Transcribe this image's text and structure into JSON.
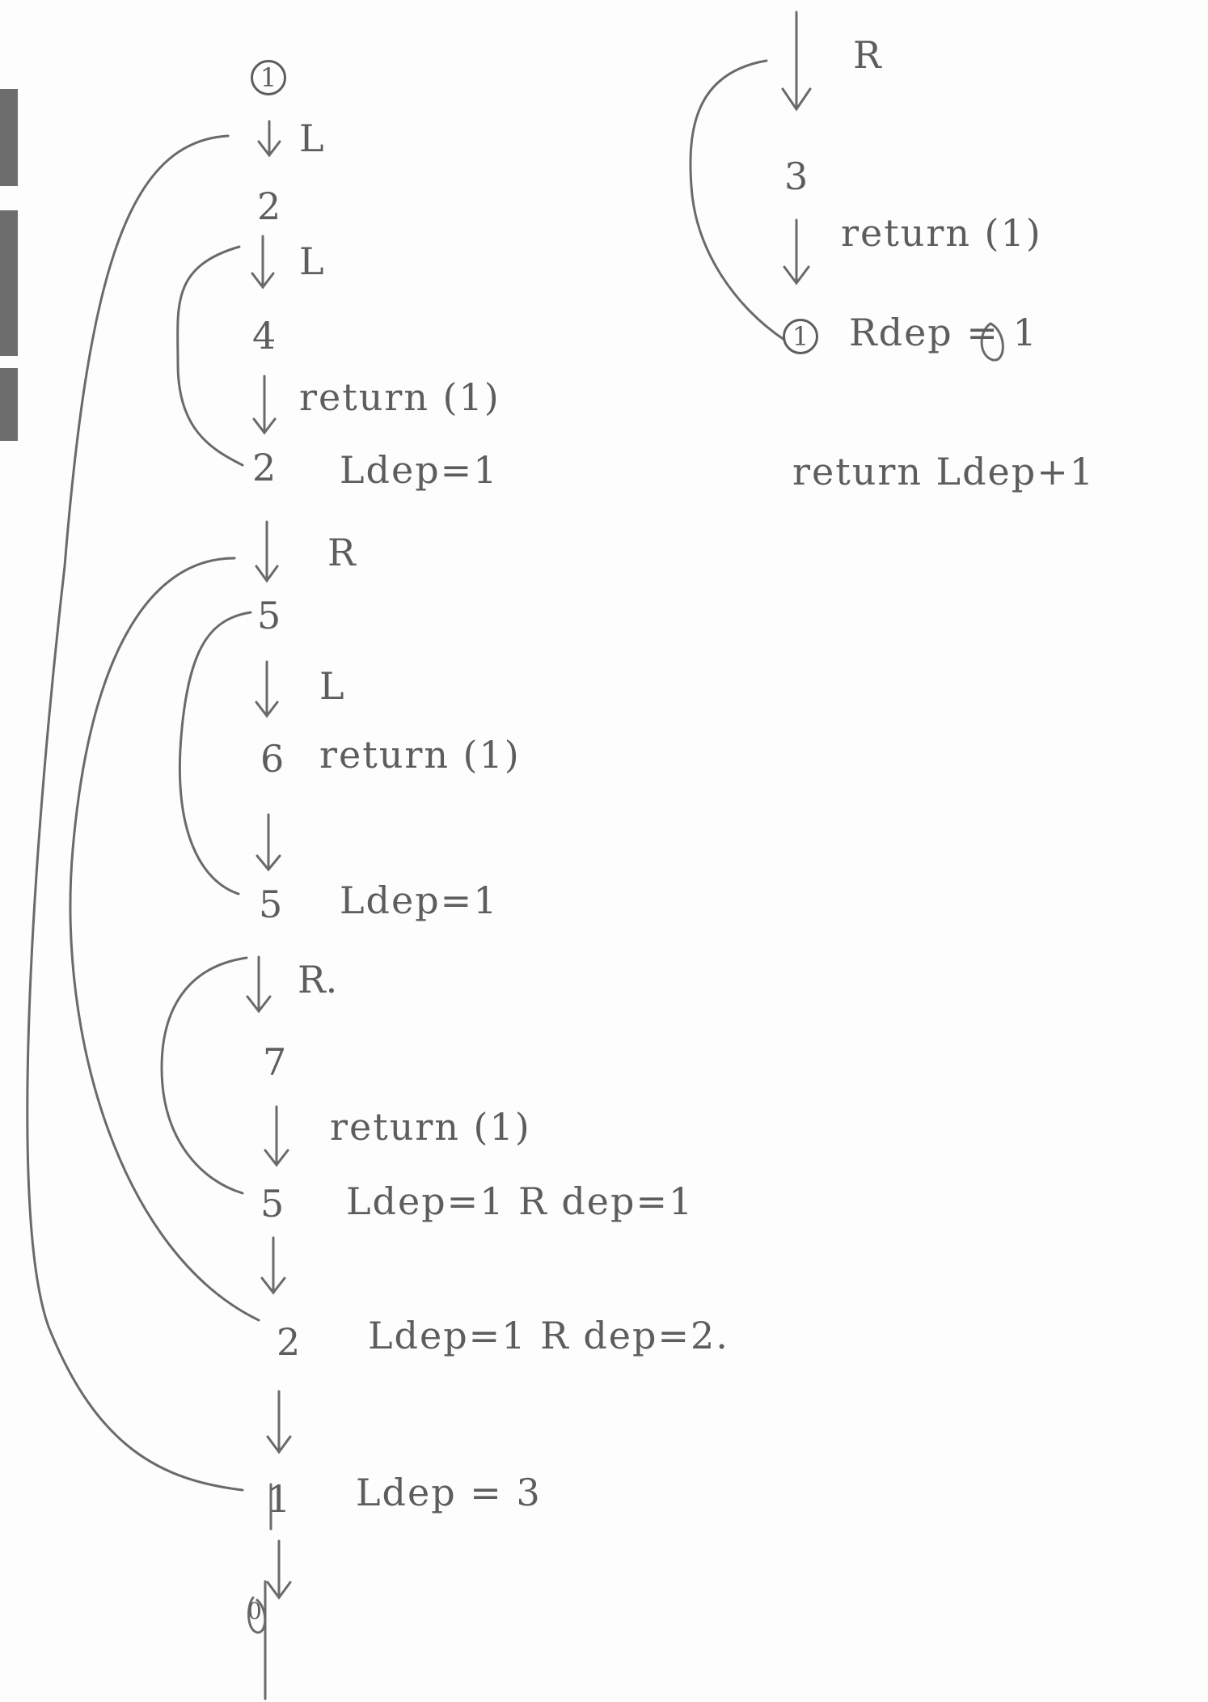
{
  "left_trace": {
    "start_node": "1",
    "steps": [
      {
        "arrow": "L",
        "node": "2"
      },
      {
        "arrow": "L",
        "node": "4"
      },
      {
        "arrow": "return (1)",
        "node": "2",
        "note": "Ldep=1"
      },
      {
        "arrow": "R",
        "node": "5"
      },
      {
        "arrow": "L",
        "node": "6",
        "node_note": "return (1)"
      },
      {
        "arrow": "",
        "node": "5",
        "note": "Ldep=1"
      },
      {
        "arrow": "R.",
        "node": "7"
      },
      {
        "arrow": "return (1)",
        "node": "5",
        "note": "Ldep=1  R dep=1"
      },
      {
        "arrow": "",
        "node": "2",
        "note": "Ldep=1  R dep=2."
      },
      {
        "arrow": "",
        "node": "1",
        "note": "Ldep = 3"
      }
    ],
    "final_mark": "0"
  },
  "right_trace": {
    "arrow_top": "R",
    "node_a": "3",
    "arrow_mid": "return (1)",
    "node_b": "1",
    "node_b_note": "Rdep = 1",
    "final": "return  Ldep+1"
  }
}
